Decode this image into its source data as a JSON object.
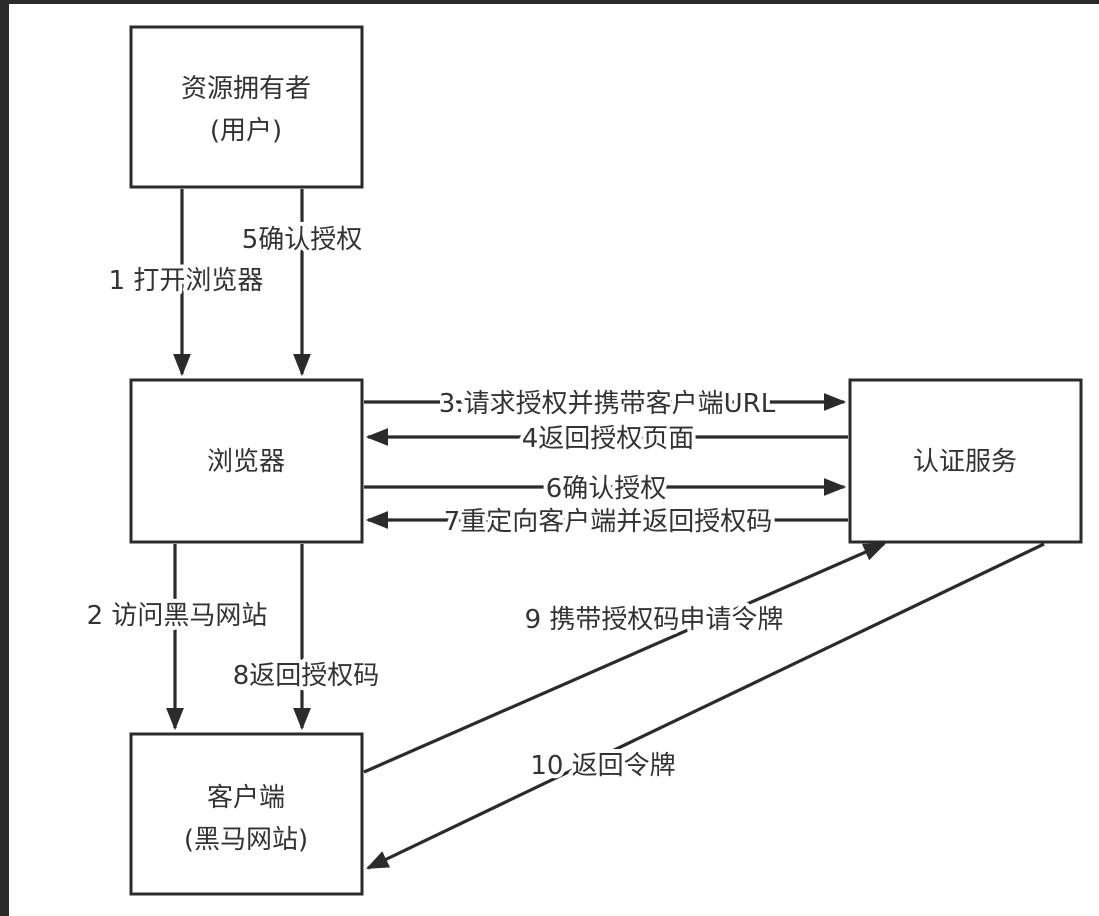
{
  "nodes": {
    "owner": {
      "line1": "资源拥有者",
      "line2": "(用户)"
    },
    "browser": {
      "line1": "浏览器"
    },
    "auth": {
      "line1": "认证服务"
    },
    "client": {
      "line1": "客户端",
      "line2": "(黑马网站)"
    }
  },
  "edges": {
    "e1": "1 打开浏览器",
    "e2": "2 访问黑马网站",
    "e3": "3.请求授权并携带客户端URL",
    "e4": "4返回授权页面",
    "e5": "5确认授权",
    "e6": "6确认授权",
    "e7": "7重定向客户端并返回授权码",
    "e8": "8返回授权码",
    "e9": "9 携带授权码申请令牌",
    "e10": "10 返回令牌"
  },
  "colors": {
    "stroke": "#2b2b2b",
    "text": "#333333",
    "background": "#ffffff"
  }
}
